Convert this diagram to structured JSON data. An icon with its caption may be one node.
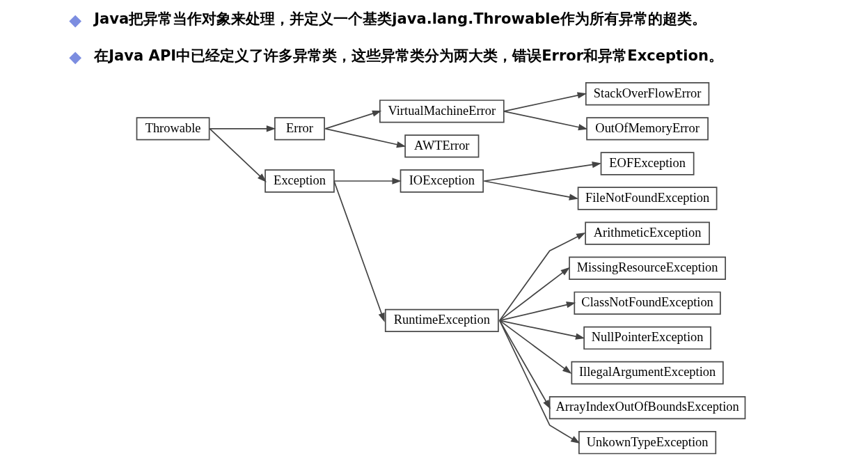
{
  "diagram": {
    "nodes": [
      {
        "text": [
          "Throwable"
        ]
      },
      {
        "text": [
          "Error"
        ]
      },
      {
        "text": [
          "VirtualMachineError"
        ]
      },
      {
        "text": [
          "StackOverFlowError"
        ]
      },
      {
        "text": [
          "OutOfMemoryError"
        ]
      },
      {
        "text": [
          "AWTError"
        ]
      },
      {
        "text": [
          "Exception"
        ]
      },
      {
        "text": [
          "IOException"
        ]
      },
      {
        "text": [
          "EOFException"
        ]
      },
      {
        "text": [
          "FileNotFoundException"
        ]
      },
      {
        "text": [
          "RuntimeException"
        ]
      },
      {
        "text": [
          "ArithmeticException"
        ]
      },
      {
        "text": [
          "MissingResourceException"
        ]
      },
      {
        "text": [
          "ClassNotFoundException"
        ]
      },
      {
        "text": [
          "NullPointerException"
        ]
      },
      {
        "text": [
          "IllegalArgumentException"
        ]
      },
      {
        "text": [
          "ArrayIndexOutOfBoundsException"
        ]
      },
      {
        "text": [
          "UnkownTypeException"
        ]
      }
    ],
    "edges": [
      {
        "from": 0,
        "to": 1,
        "arrow": "to"
      },
      {
        "from": 0,
        "to": 6,
        "arrow": "to"
      },
      {
        "from": 1,
        "to": 2,
        "arrow": "to"
      },
      {
        "from": 1,
        "to": 5,
        "arrow": "to"
      },
      {
        "from": 2,
        "to": 3,
        "arrow": "to"
      },
      {
        "from": 2,
        "to": 4,
        "arrow": "to"
      },
      {
        "from": 6,
        "to": 7,
        "arrow": "to"
      },
      {
        "from": 6,
        "to": 10,
        "arrow": "to"
      },
      {
        "from": 7,
        "to": 8,
        "arrow": "to"
      },
      {
        "from": 7,
        "to": 9,
        "arrow": "to"
      },
      {
        "from": 10,
        "to": 11,
        "arrow": "to"
      },
      {
        "from": 10,
        "to": 12,
        "arrow": "to"
      },
      {
        "from": 10,
        "to": 13,
        "arrow": "to"
      },
      {
        "from": 10,
        "to": 14,
        "arrow": "to"
      },
      {
        "from": 10,
        "to": 15,
        "arrow": "to"
      },
      {
        "from": 10,
        "to": 16,
        "arrow": "to"
      },
      {
        "from": 10,
        "to": 17,
        "arrow": "to"
      }
    ],
    "labels": [
      "Java把异常当作对象来处理，并定义一个基类java.lang.Throwable作为所有异常的超类。",
      "在Java API中已经定义了许多异常类，这些异常类分为两大类，错误Error和异常Exception。"
    ]
  }
}
